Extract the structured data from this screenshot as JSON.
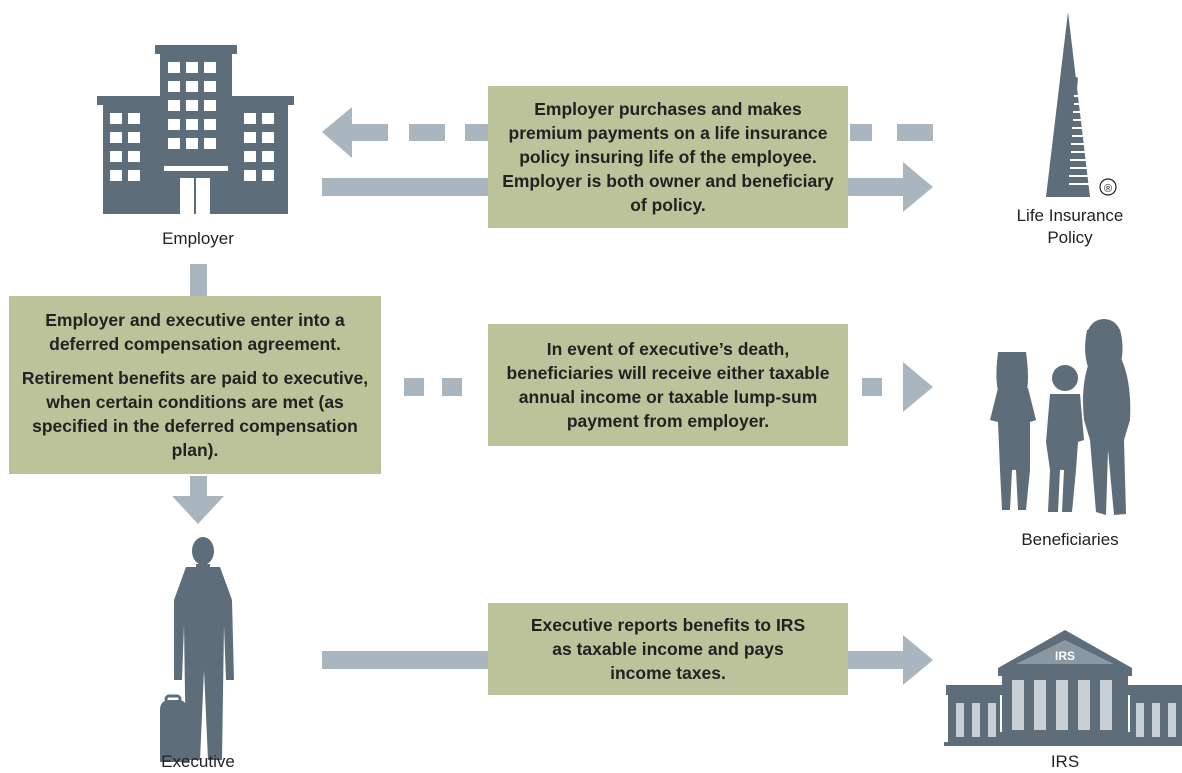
{
  "labels": {
    "employer": "Employer",
    "life_policy_line1": "Life Insurance",
    "life_policy_line2": "Policy",
    "beneficiaries": "Beneficiaries",
    "executive": "Executive",
    "irs": "IRS"
  },
  "boxes": {
    "purchase": "Employer purchases and makes premium payments on a life insurance policy insuring life of the employee. Employer is both owner and beneficiary of policy.",
    "agreement_p1": "Employer and executive enter into a deferred compensation agreement.",
    "agreement_p2": "Retirement benefits are paid to executive, when certain conditions are met (as specified in the deferred compensation plan).",
    "death": "In event of executive’s death, beneficiaries will receive either taxable annual income or taxable lump-sum payment from employer.",
    "taxes": "Executive reports benefits to IRS as taxable income and pays income taxes."
  },
  "icons": {
    "employer": "office-building-icon",
    "life_policy": "transamerica-pyramid-icon",
    "beneficiaries": "family-silhouette-icon",
    "executive": "businessman-silhouette-icon",
    "irs": "government-building-icon"
  },
  "marks": {
    "registered": "®",
    "irs_pediment": "IRS"
  },
  "colors": {
    "icon": "#5d6d79",
    "arrow": "#a9b6c0",
    "box": "#bcc39a"
  }
}
